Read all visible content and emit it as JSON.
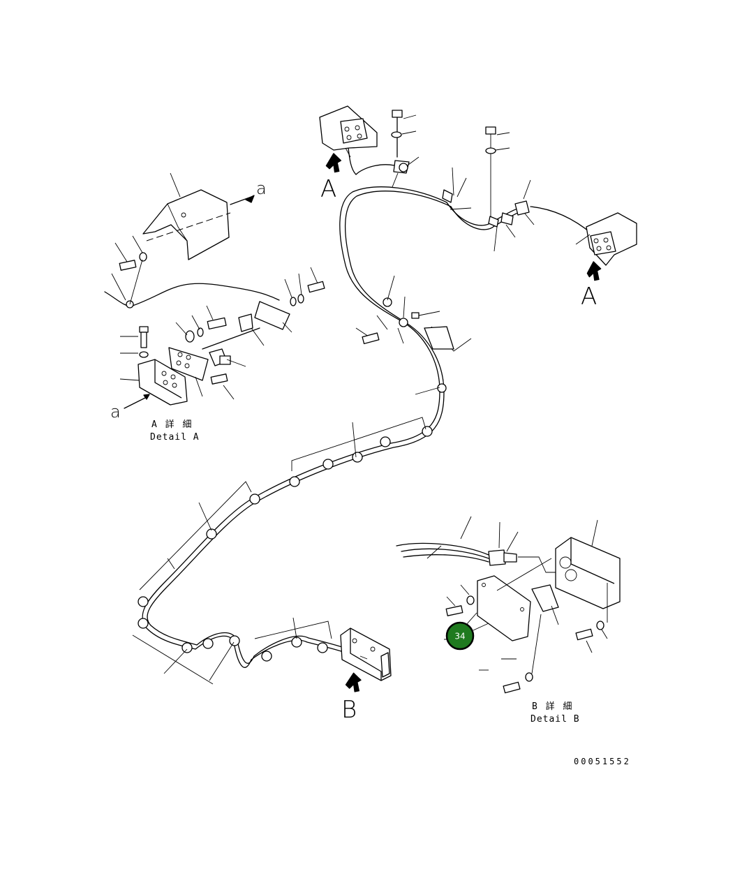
{
  "view_labels": {
    "a_top_left": "A",
    "a_right": "A",
    "b_bottom": "B",
    "small_a_top": "a",
    "small_a_bottom": "a"
  },
  "detail_a": {
    "jp": "A 詳 細",
    "en": "Detail A"
  },
  "detail_b": {
    "jp": "B 詳 細",
    "en": "Detail B"
  },
  "callout": {
    "number": "34",
    "color": "#1f7a1f"
  },
  "drawing_number": "00051552"
}
